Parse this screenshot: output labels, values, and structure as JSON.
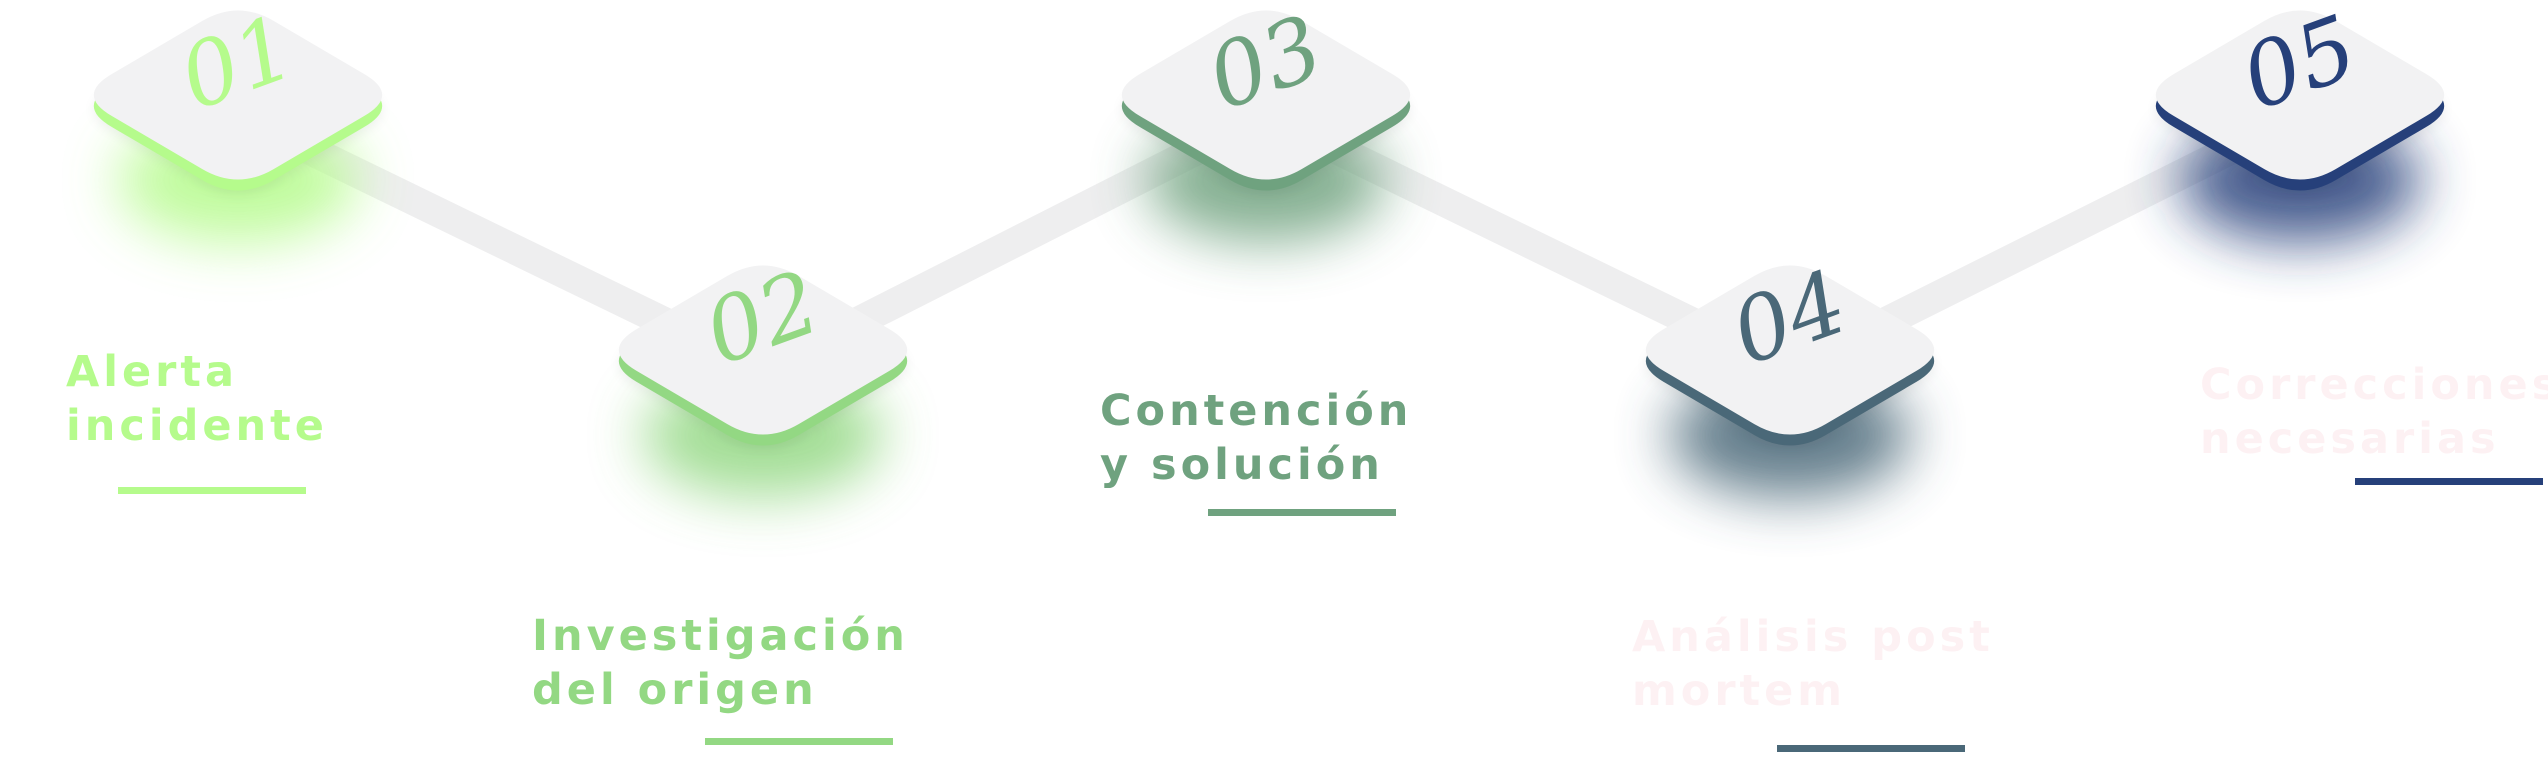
{
  "steps": [
    {
      "number": "01",
      "label_line1": "Alerta",
      "label_line2": "incidente",
      "color": "#b5fb8c"
    },
    {
      "number": "02",
      "label_line1": "Investigación",
      "label_line2": "del origen",
      "color": "#93d883"
    },
    {
      "number": "03",
      "label_line1": "Contención",
      "label_line2": "y solución",
      "color": "#6fa27f"
    },
    {
      "number": "04",
      "label_line1": "Análisis post",
      "label_line2": "mortem",
      "color": "#4a6878"
    },
    {
      "number": "05",
      "label_line1": "Correcciones",
      "label_line2": "necesarias",
      "color": "#26407a"
    }
  ],
  "colors": {
    "tile_face": "#f2f2f3",
    "connector": "#eeeeef",
    "faded_label": "#fdf1f3"
  }
}
